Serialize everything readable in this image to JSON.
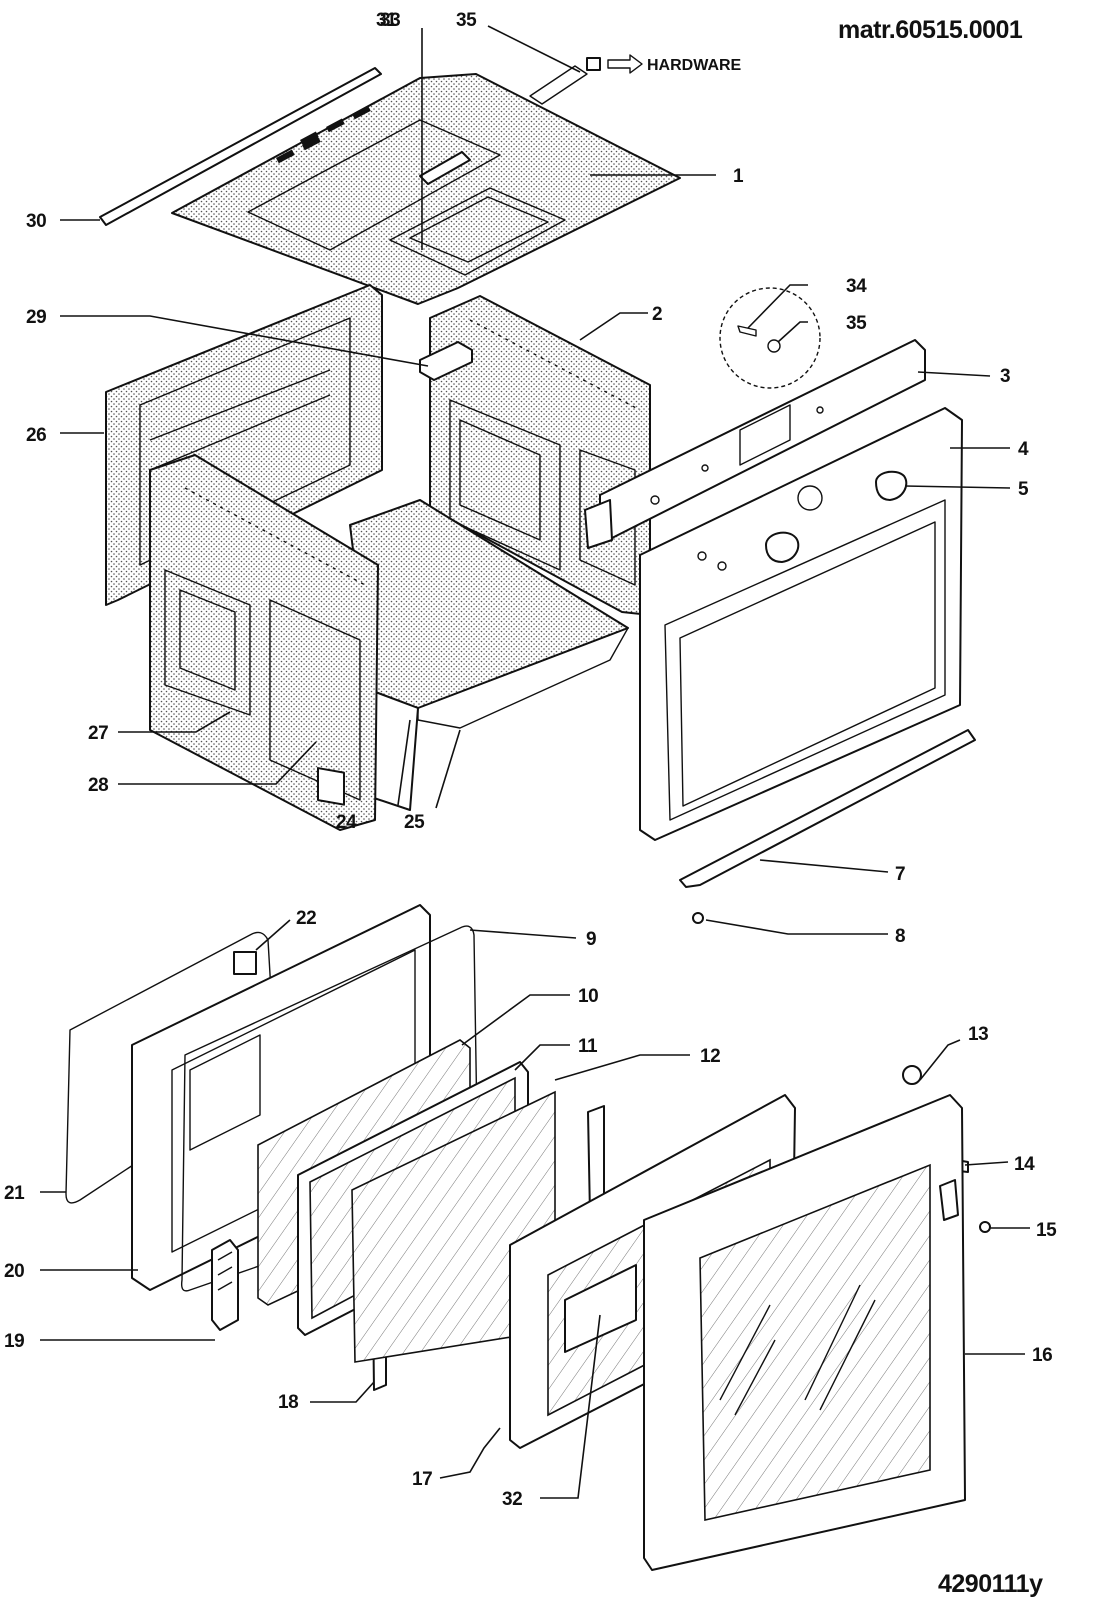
{
  "header": {
    "matr_code": "matr.60515.0001",
    "hardware_label": "HARDWARE",
    "diagram_code": "4290111y"
  },
  "callouts": [
    {
      "id": "1",
      "label": "1"
    },
    {
      "id": "2",
      "label": "2"
    },
    {
      "id": "3",
      "label": "3"
    },
    {
      "id": "4",
      "label": "4"
    },
    {
      "id": "5",
      "label": "5"
    },
    {
      "id": "7",
      "label": "7"
    },
    {
      "id": "8",
      "label": "8"
    },
    {
      "id": "9",
      "label": "9"
    },
    {
      "id": "10",
      "label": "10"
    },
    {
      "id": "11",
      "label": "11"
    },
    {
      "id": "12",
      "label": "12"
    },
    {
      "id": "13",
      "label": "13"
    },
    {
      "id": "14",
      "label": "14"
    },
    {
      "id": "15",
      "label": "15"
    },
    {
      "id": "16",
      "label": "16"
    },
    {
      "id": "17",
      "label": "17"
    },
    {
      "id": "18",
      "label": "18"
    },
    {
      "id": "19",
      "label": "19"
    },
    {
      "id": "20",
      "label": "20"
    },
    {
      "id": "21",
      "label": "21"
    },
    {
      "id": "22",
      "label": "22"
    },
    {
      "id": "24",
      "label": "24"
    },
    {
      "id": "25",
      "label": "25"
    },
    {
      "id": "26",
      "label": "26"
    },
    {
      "id": "27",
      "label": "27"
    },
    {
      "id": "28",
      "label": "28"
    },
    {
      "id": "29",
      "label": "29"
    },
    {
      "id": "30",
      "label": "30"
    },
    {
      "id": "31",
      "label": "31"
    },
    {
      "id": "32",
      "label": "32"
    },
    {
      "id": "33",
      "label": "33"
    },
    {
      "id": "34",
      "label": "34"
    },
    {
      "id": "35",
      "label": "35"
    }
  ]
}
